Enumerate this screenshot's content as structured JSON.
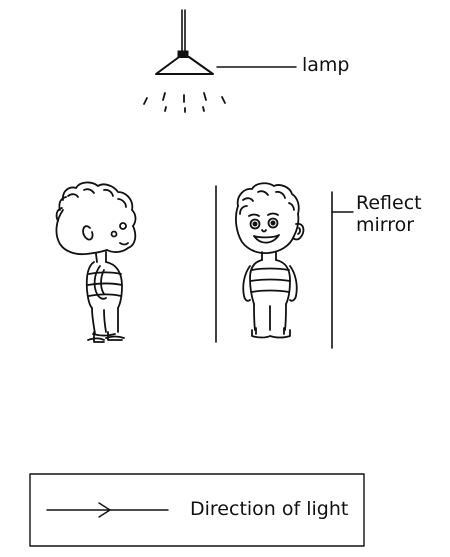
{
  "labels": {
    "lamp": "lamp",
    "mirror_line1": "Reflect",
    "mirror_line2": "mirror"
  },
  "legend": {
    "arrow_meaning": "Direction of light"
  },
  "icons": {
    "lamp": "lamp-icon",
    "boy": "boy-side-view-icon",
    "reflection": "boy-front-view-icon",
    "arrow": "arrow-right-icon"
  },
  "colors": {
    "ink": "#111111",
    "background": "#ffffff"
  }
}
